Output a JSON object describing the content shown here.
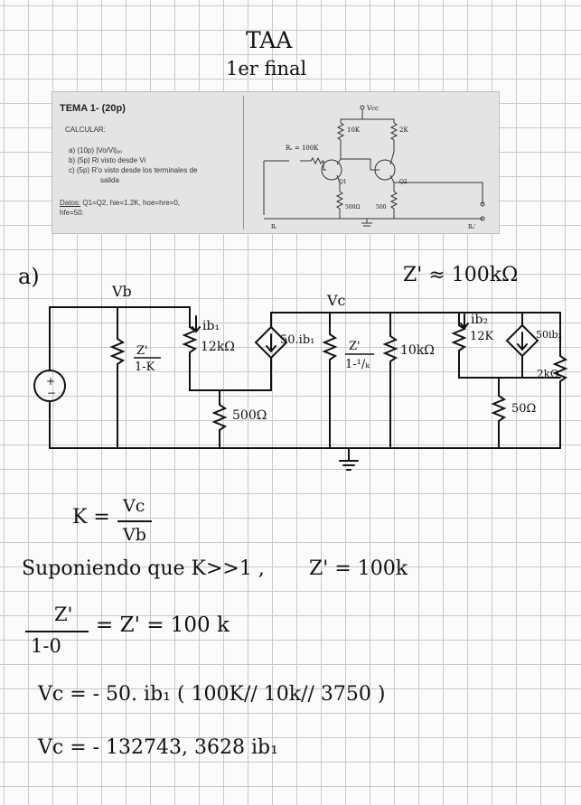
{
  "header": {
    "title": "TAA",
    "subtitle": "1er final"
  },
  "problem": {
    "heading": "TEMA 1- (20p)",
    "calc": "CALCULAR:",
    "items": [
      "a)  (10p) |Vo/Vi|ₐ₀",
      "b)   (5p) Ri visto desde Vi",
      "c)   (5p) R'o visto desde los terminales de",
      "salida"
    ],
    "datos_label": "Datos:",
    "datos_text": " Q1=Q2, hie=1.2K, hoe=hre=0,",
    "datos_text2": "hfe=50.",
    "circuit_labels": {
      "vcc": "Vcc",
      "r10k": "10K",
      "r2k": "2K",
      "rs": "Rₛ = 100K",
      "q1": "Q1",
      "q2": "Q2",
      "r500a": "500Ω",
      "r500b": "500",
      "ri": "Rᵢ",
      "ro": "Rₒ'"
    }
  },
  "work": {
    "part_a": "a)",
    "approx": "Z' ≈ 100kΩ",
    "labels": {
      "vb": "Vb",
      "vc": "Vc",
      "z1k_num": "Z'",
      "z1k_den": "1-K",
      "z11k_num": "Z'",
      "z11k_den": "1-¹/ₖ",
      "ib1": "ib₁",
      "r12k_a": "12kΩ",
      "src1": "50.ib₁",
      "r500ohm": "500Ω",
      "r10k": "10kΩ",
      "ib2": "ib₂",
      "r12k_b": "12K",
      "src2": "50ib₂",
      "r2k": "2kΩ",
      "r50": "50Ω"
    },
    "k_lhs": "K =",
    "k_num": "Vc",
    "k_den": "Vb",
    "assume": "Suponiendo que  K>>1 ,",
    "assume_z": "Z' = 100k",
    "frac_num": "Z'",
    "frac_den": "1-0",
    "frac_rhs": "= Z' = 100 k",
    "eq1": "Vc = - 50. ib₁ ( 100K// 10k// 3750 )",
    "eq2": "Vc = - 132743, 3628 ib₁"
  }
}
